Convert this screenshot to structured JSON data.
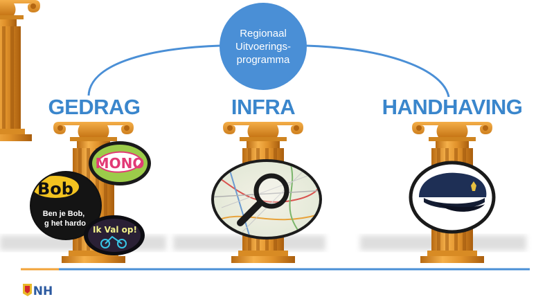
{
  "hub": {
    "line1": "Regionaal",
    "line2": "Uitvoerings-",
    "line3": "programma"
  },
  "pillars": [
    {
      "label": "GEDRAG",
      "badges": [
        {
          "text": "MONO"
        },
        {
          "text_line1": "Bob",
          "text_line2": "Ben je Bob,",
          "text_line3": "g het hardo"
        },
        {
          "text": "Ik Val op!"
        }
      ]
    },
    {
      "label": "INFRA"
    },
    {
      "label": "HANDHAVING"
    }
  ],
  "logo": {
    "text": "NH"
  },
  "colors": {
    "accent": "#4a8fd6",
    "label": "#3a86cc",
    "pillar": "#d48a22",
    "baseline": "#4a8fd6",
    "baseline_left": "#f2a33a"
  }
}
